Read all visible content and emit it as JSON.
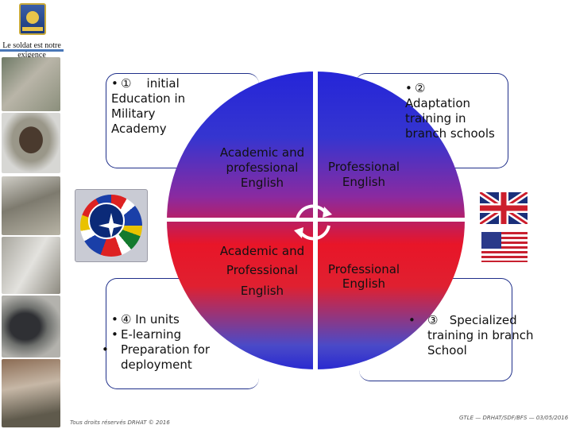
{
  "sidebar": {
    "motto": "Le soldat est notre exigence"
  },
  "boxes": {
    "box1": {
      "marker": "①",
      "text": "initial Education in Military Academy"
    },
    "box2": {
      "marker": "②",
      "text": "Adaptation training in branch schools"
    },
    "box3": {
      "items": [
        "④ In units",
        "E-learning",
        "Preparation for deployment"
      ]
    },
    "box4": {
      "marker": "③",
      "text": "Specialized training in branch School"
    }
  },
  "circle": {
    "top_left": "Academic and professional English",
    "top_right": "Professional English",
    "bottom_left_line1": "Academic and",
    "bottom_left_line2": "Professional",
    "bottom_left_line3": "English",
    "bottom_right": "Professional English"
  },
  "footer": {
    "left": "Tous droits réservés DRHAT © 2016",
    "right": "GTLE — DRHAT/SDF/BFS — 03/05/2016"
  },
  "colors": {
    "circle_top": "#2525d8",
    "circle_middle": "#e81528",
    "box_border": "#1f2f8a"
  },
  "icons": [
    "drhat-logo-icon",
    "nato-emblem-icon",
    "uk-flag-icon",
    "us-flag-icon",
    "cycle-arrows-icon"
  ]
}
